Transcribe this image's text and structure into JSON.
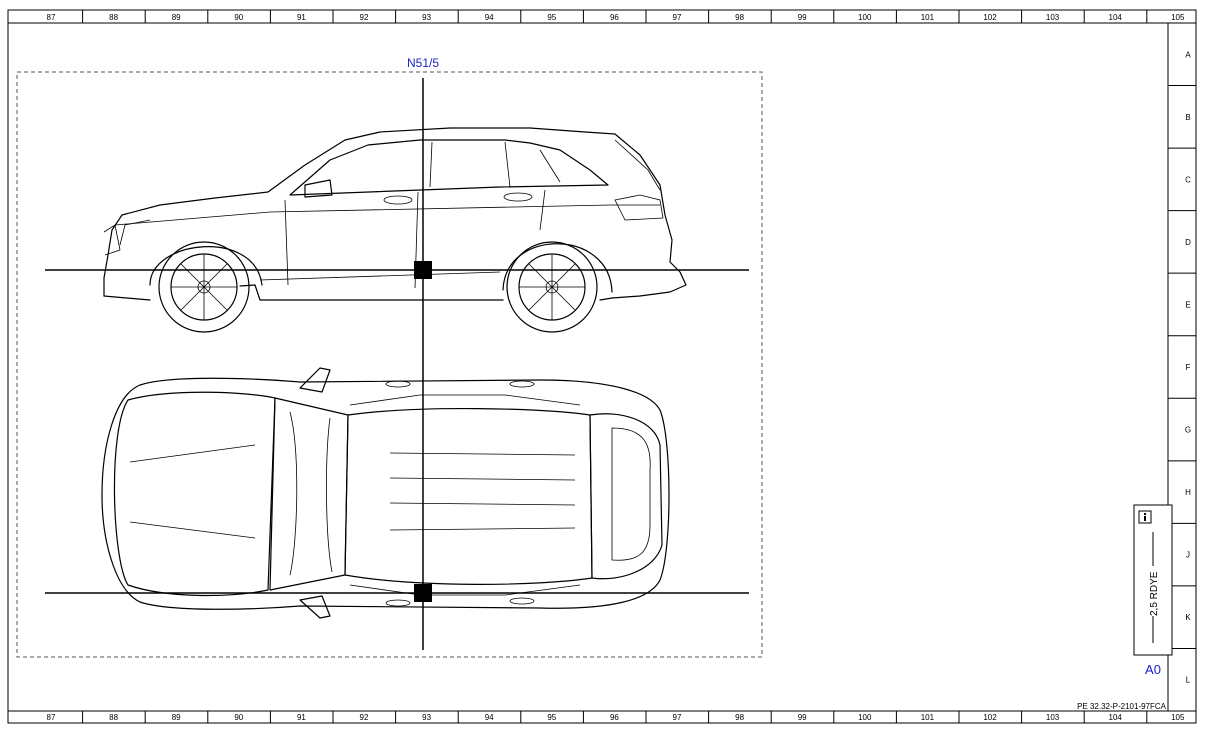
{
  "ruler": {
    "columns": [
      "87",
      "88",
      "89",
      "90",
      "91",
      "92",
      "93",
      "94",
      "95",
      "96",
      "97",
      "98",
      "99",
      "100",
      "101",
      "102",
      "103",
      "104",
      "105"
    ],
    "rows": [
      "A",
      "B",
      "C",
      "D",
      "E",
      "F",
      "G",
      "H",
      "J",
      "K",
      "L"
    ]
  },
  "component": {
    "label": "N51/5"
  },
  "legend": {
    "wire_label": "2,5 RDYE",
    "info_icon": "info-icon"
  },
  "zone": {
    "label": "A0"
  },
  "document": {
    "reference": "PE 32.32-P-2101-97FCA"
  },
  "colors": {
    "accent": "#1a22c8",
    "line": "#000000",
    "frame_dash": "#555555"
  }
}
